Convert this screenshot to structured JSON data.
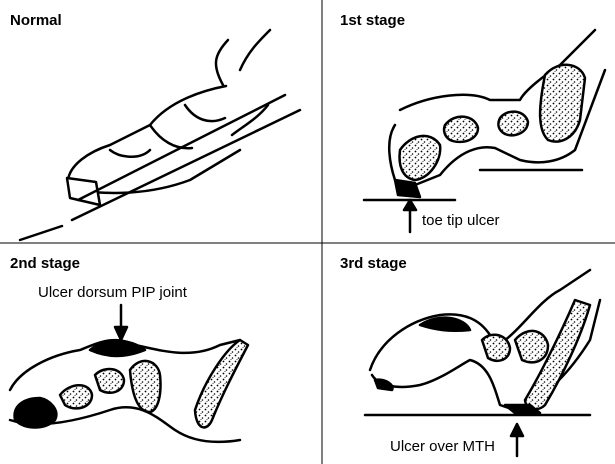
{
  "panels": [
    {
      "title": "Normal"
    },
    {
      "title": "1st stage",
      "caption": "toe tip ulcer"
    },
    {
      "title": "2nd stage",
      "caption": "Ulcer dorsum PIP joint"
    },
    {
      "title": "3rd stage",
      "caption": "Ulcer over MTH"
    }
  ]
}
